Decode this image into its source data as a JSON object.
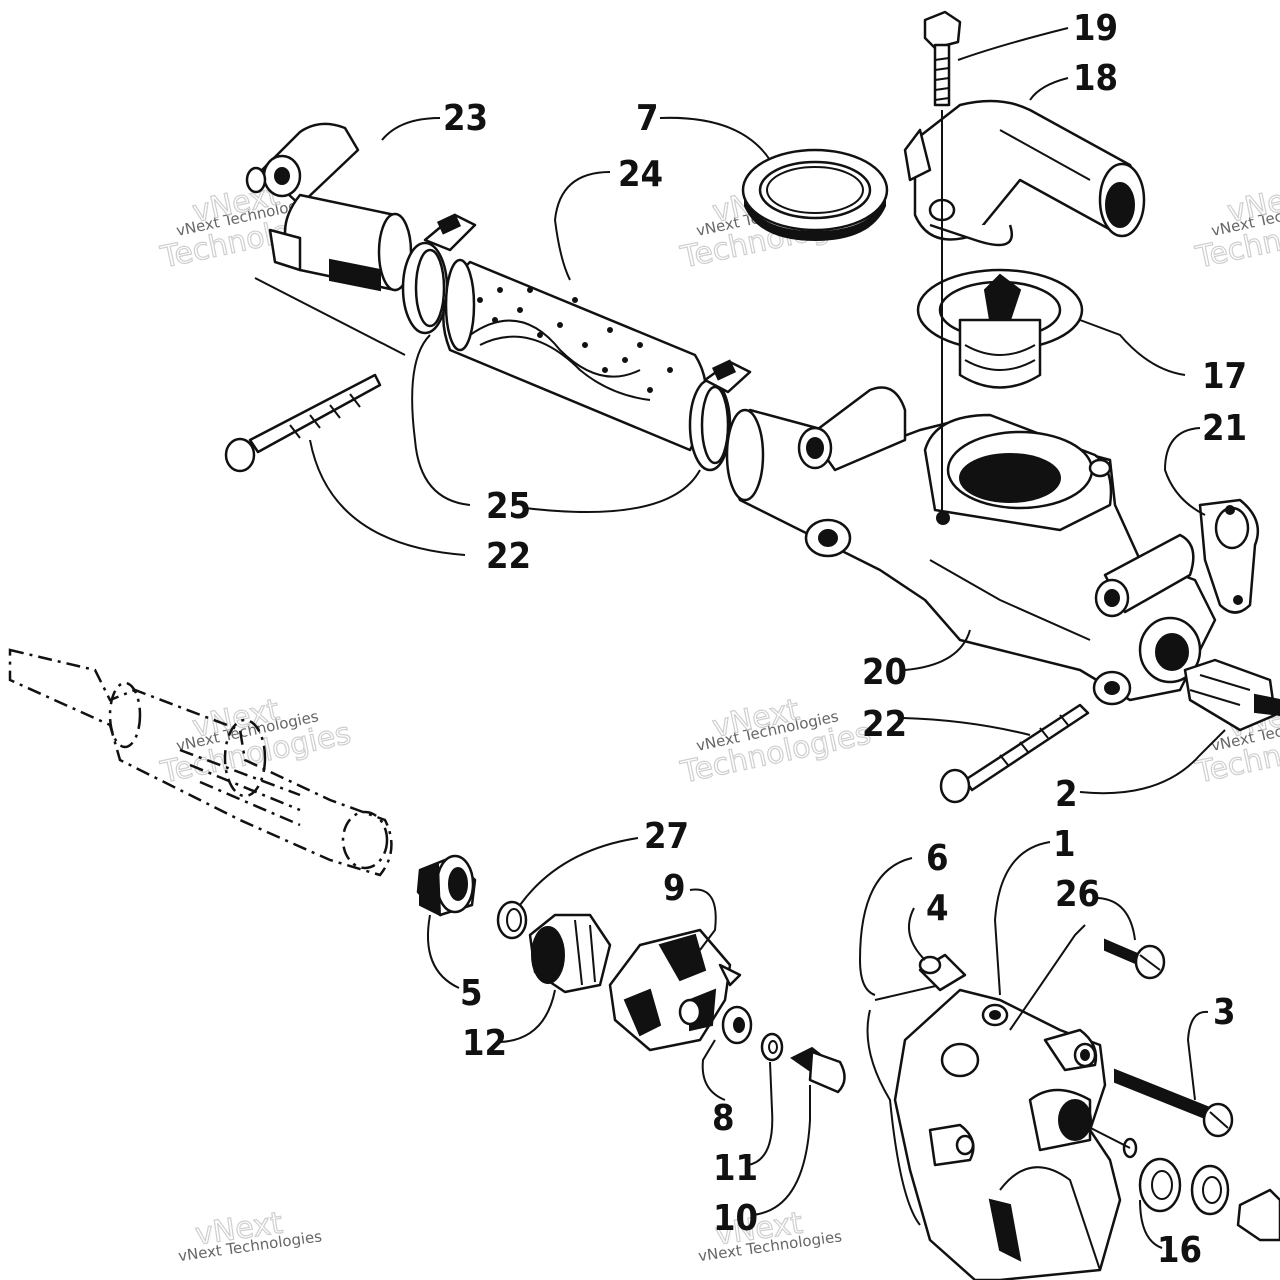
{
  "watermark": {
    "small": "vNext Technologies",
    "big_line1": "vNext",
    "big_line2": "Technologies"
  },
  "callouts": [
    {
      "id": "19",
      "label": "19"
    },
    {
      "id": "18",
      "label": "18"
    },
    {
      "id": "23",
      "label": "23"
    },
    {
      "id": "7",
      "label": "7"
    },
    {
      "id": "24",
      "label": "24"
    },
    {
      "id": "17",
      "label": "17"
    },
    {
      "id": "21",
      "label": "21"
    },
    {
      "id": "25",
      "label": "25"
    },
    {
      "id": "22a",
      "label": "22"
    },
    {
      "id": "20",
      "label": "20"
    },
    {
      "id": "22b",
      "label": "22"
    },
    {
      "id": "2",
      "label": "2"
    },
    {
      "id": "27",
      "label": "27"
    },
    {
      "id": "1",
      "label": "1"
    },
    {
      "id": "6",
      "label": "6"
    },
    {
      "id": "9",
      "label": "9"
    },
    {
      "id": "26",
      "label": "26"
    },
    {
      "id": "4",
      "label": "4"
    },
    {
      "id": "5",
      "label": "5"
    },
    {
      "id": "3",
      "label": "3"
    },
    {
      "id": "12",
      "label": "12"
    },
    {
      "id": "8",
      "label": "8"
    },
    {
      "id": "11",
      "label": "11"
    },
    {
      "id": "10",
      "label": "10"
    },
    {
      "id": "16",
      "label": "16"
    }
  ]
}
